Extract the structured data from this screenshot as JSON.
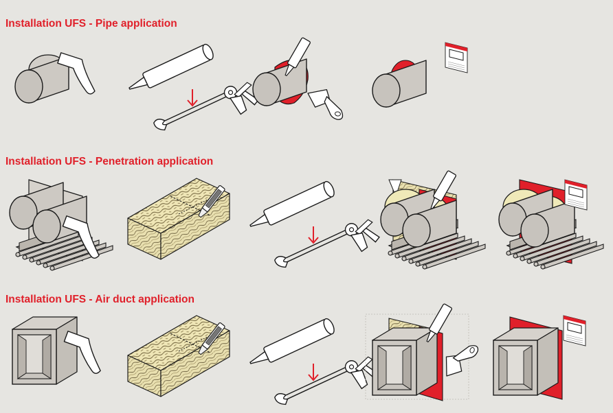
{
  "colors": {
    "accent": "#e0202a",
    "background": "#e6e5e1",
    "pipe": "#cdc9c3",
    "insulation": "#efe9b8",
    "sealant": "#e0202a",
    "outline": "#1a1a1a"
  },
  "sections": [
    {
      "title": "Installation UFS - Pipe application",
      "steps": [
        "clean-pipe-with-brush",
        "load-sealant-cartridge",
        "apply-and-tool-sealant",
        "attach-identification-label"
      ]
    },
    {
      "title": "Installation UFS - Penetration application",
      "steps": [
        "clean-pipes-with-brush",
        "cut-mineral-wool-board",
        "load-sealant-cartridge",
        "apply-and-tool-sealant",
        "attach-identification-label"
      ]
    },
    {
      "title": "Installation UFS - Air duct application",
      "steps": [
        "clean-duct-with-brush",
        "cut-mineral-wool-board",
        "load-sealant-cartridge",
        "apply-and-tool-sealant",
        "attach-identification-label"
      ]
    }
  ]
}
